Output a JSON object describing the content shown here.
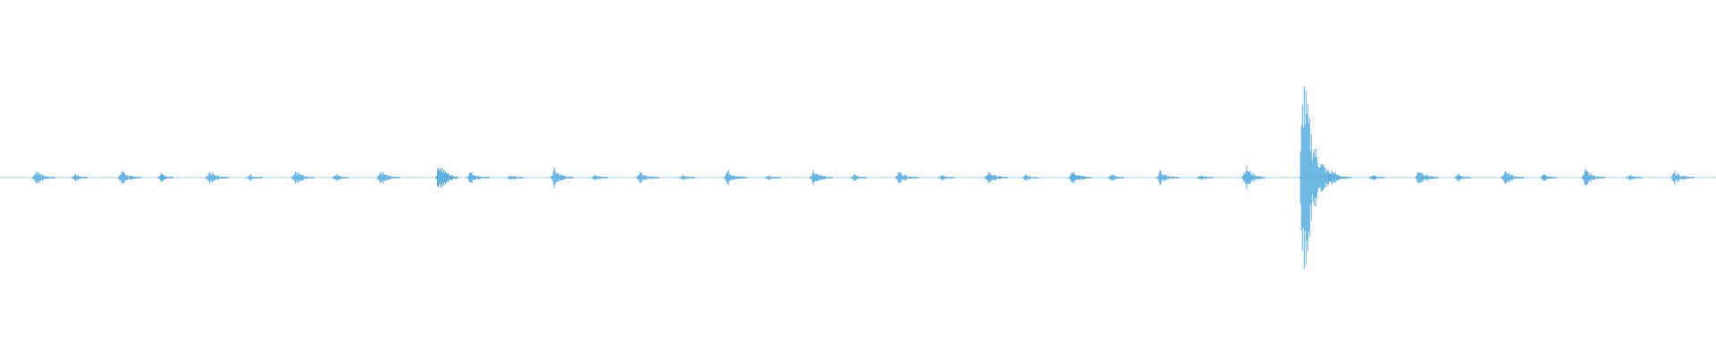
{
  "waveform": {
    "color": "#5aaee0",
    "background": "#ffffff",
    "description_bursts": [
      {
        "pos": 0.021,
        "amp": 0.06
      },
      {
        "pos": 0.044,
        "amp": 0.03
      },
      {
        "pos": 0.071,
        "amp": 0.06
      },
      {
        "pos": 0.094,
        "amp": 0.03
      },
      {
        "pos": 0.122,
        "amp": 0.05
      },
      {
        "pos": 0.146,
        "amp": 0.025
      },
      {
        "pos": 0.172,
        "amp": 0.06
      },
      {
        "pos": 0.196,
        "amp": 0.03
      },
      {
        "pos": 0.222,
        "amp": 0.05
      },
      {
        "pos": 0.256,
        "amp": 0.12
      },
      {
        "pos": 0.274,
        "amp": 0.05
      },
      {
        "pos": 0.298,
        "amp": 0.025
      },
      {
        "pos": 0.323,
        "amp": 0.07
      },
      {
        "pos": 0.347,
        "amp": 0.03
      },
      {
        "pos": 0.373,
        "amp": 0.05
      },
      {
        "pos": 0.398,
        "amp": 0.025
      },
      {
        "pos": 0.424,
        "amp": 0.06
      },
      {
        "pos": 0.448,
        "amp": 0.02
      },
      {
        "pos": 0.474,
        "amp": 0.06
      },
      {
        "pos": 0.498,
        "amp": 0.03
      },
      {
        "pos": 0.524,
        "amp": 0.05
      },
      {
        "pos": 0.549,
        "amp": 0.02
      },
      {
        "pos": 0.576,
        "amp": 0.05
      },
      {
        "pos": 0.598,
        "amp": 0.025
      },
      {
        "pos": 0.625,
        "amp": 0.06
      },
      {
        "pos": 0.648,
        "amp": 0.03
      },
      {
        "pos": 0.676,
        "amp": 0.05
      },
      {
        "pos": 0.7,
        "amp": 0.025
      },
      {
        "pos": 0.726,
        "amp": 0.09
      },
      {
        "pos": 0.7595,
        "amp": 0.8
      },
      {
        "pos": 0.776,
        "amp": 0.06
      },
      {
        "pos": 0.8,
        "amp": 0.025
      },
      {
        "pos": 0.827,
        "amp": 0.07
      },
      {
        "pos": 0.85,
        "amp": 0.03
      },
      {
        "pos": 0.877,
        "amp": 0.06
      },
      {
        "pos": 0.9,
        "amp": 0.03
      },
      {
        "pos": 0.924,
        "amp": 0.06
      },
      {
        "pos": 0.95,
        "amp": 0.025
      },
      {
        "pos": 0.976,
        "amp": 0.05
      }
    ]
  }
}
